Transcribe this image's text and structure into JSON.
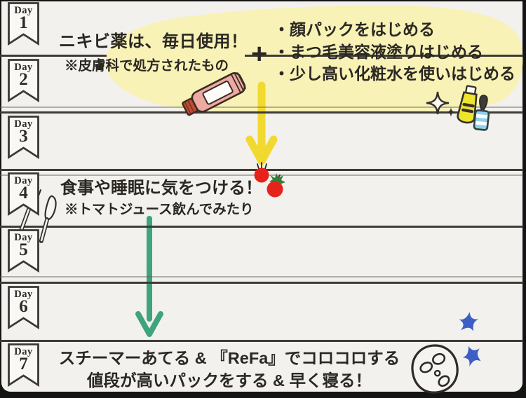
{
  "card": {
    "background": "#f3f1ee",
    "divider_color": "#3e3a36",
    "border_color": "#141414"
  },
  "days": [
    {
      "word": "Day",
      "number": "1"
    },
    {
      "word": "Day",
      "number": "2"
    },
    {
      "word": "Day",
      "number": "3"
    },
    {
      "word": "Day",
      "number": "4"
    },
    {
      "word": "Day",
      "number": "5"
    },
    {
      "word": "Day",
      "number": "6"
    },
    {
      "word": "Day",
      "number": "7"
    }
  ],
  "acne": {
    "title": "ニキビ薬は、毎日使用！",
    "note": "※皮膚科で処方されたもの"
  },
  "plus_sign": "+",
  "additions": {
    "item1": "・顔パックをはじめる",
    "item2": "・まつ毛美容液塗りはじめる",
    "item3": "・少し高い化粧水を使いはじめる"
  },
  "meal": {
    "title": "食事や睡眠に気をつける！",
    "note": "※トマトジュース飲んでみたり"
  },
  "day7": {
    "line1": "スチーマーあてる & 『ReFa』でコロコロする",
    "line2": "値段が高いパックをする & 早く寝る！"
  },
  "decorations": {
    "highlight_color": "#f8f2b6",
    "yellow_arrow_color": "#f2d92f",
    "green_arrow_color": "#2f9e74",
    "tomato_color": "#e5231b",
    "leaf_color": "#2f8038",
    "blue_star_color": "#3c5ec6",
    "tube_body_color": "#edaaa0",
    "tube_cap_color": "#bf4c33",
    "lotion_bottle_color": "#efe52c",
    "dropper_bottle_color": "#8fd0ea",
    "icons": [
      "medicine-tube-icon",
      "tomato-icon",
      "fork-icon",
      "knife-icon",
      "sparkle-icon",
      "lotion-bottle-icon",
      "serum-dropper-icon",
      "face-mask-icon",
      "blue-sparkle-icon",
      "yellow-arrow-icon",
      "green-arrow-icon"
    ]
  }
}
